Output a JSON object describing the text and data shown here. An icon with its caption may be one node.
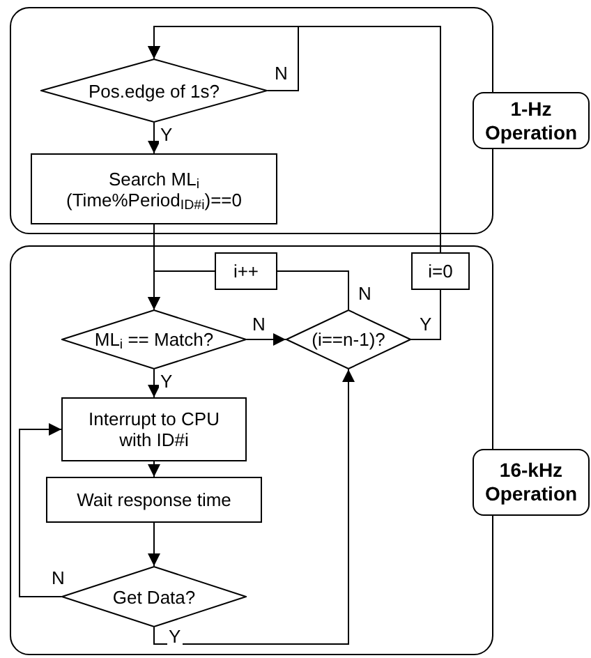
{
  "diagram": {
    "nodes": [
      {
        "text": [],
        "shape": "box"
      },
      {
        "text": [
          "1-Hz Operation"
        ]
      },
      {
        "text": [
          "Pos.edge of 1s?"
        ],
        "in": 0
      },
      {
        "text": [
          "Search ML$_{i}$ (Time%Period$_{ID#i}$)==0"
        ],
        "in": 0
      },
      {
        "text": [],
        "shape": "box"
      },
      {
        "text": [
          "16-kHz Operation"
        ]
      },
      {
        "text": [
          "i++"
        ],
        "in": 4
      },
      {
        "text": [
          "i=0"
        ],
        "in": 4
      },
      {
        "text": [
          "ML$_{i}$ == Match?"
        ],
        "in": 4
      },
      {
        "text": [
          "(i==n-1)?"
        ],
        "in": 4
      },
      {
        "text": [
          "Interrupt to CPU with ID#i"
        ],
        "in": 4
      },
      {
        "text": [
          "Wait response time"
        ],
        "in": 4
      },
      {
        "text": [
          "Get Data?"
        ],
        "in": 4
      }
    ],
    "edges": [
      {
        "from": 7,
        "to": 2,
        "arrow": "to"
      },
      {
        "from": 2,
        "to": 2,
        "label": "N",
        "arrow": "to"
      },
      {
        "from": 2,
        "to": 3,
        "label": "Y",
        "arrow": "to"
      },
      {
        "from": 3,
        "to": 8,
        "arrow": "to"
      },
      {
        "from": 6,
        "to": 8,
        "arrow": "to"
      },
      {
        "from": 9,
        "to": 6,
        "label": "N",
        "arrow": "none"
      },
      {
        "from": 8,
        "to": 9,
        "label": "N",
        "arrow": "to"
      },
      {
        "from": 9,
        "to": 7,
        "label": "Y",
        "arrow": "none"
      },
      {
        "from": 8,
        "to": 10,
        "label": "Y",
        "arrow": "to"
      },
      {
        "from": 10,
        "to": 11,
        "arrow": "to"
      },
      {
        "from": 11,
        "to": 12,
        "arrow": "to"
      },
      {
        "from": 12,
        "to": 10,
        "label": "N",
        "arrow": "to"
      },
      {
        "from": 12,
        "to": 9,
        "label": "Y",
        "arrow": "to"
      }
    ]
  }
}
